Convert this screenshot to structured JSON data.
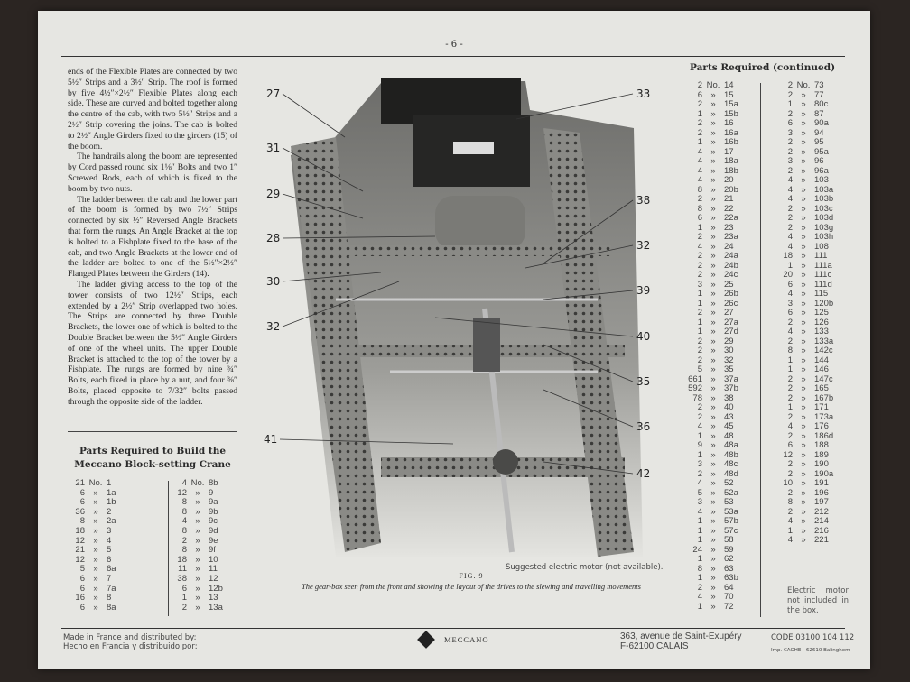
{
  "page_number": "- 6 -",
  "body_paragraphs": [
    "ends of the Flexible Plates are connected by two 5½″ Strips and a 3½″ Strip. The roof is formed by five 4½″×2½″ Flexible Plates along each side. These are curved and bolted together along the centre of the cab, with two 5½″ Strips and a 2½″ Strip covering the joins. The cab is bolted to 2½″ Angle Girders fixed to the girders (15) of the boom.",
    "The handrails along the boom are represented by Cord passed round six 1⅛″ Bolts and two 1″ Screwed Rods, each of which is fixed to the boom by two nuts.",
    "The ladder between the cab and the lower part of the boom is formed by two 7½″ Strips connected by six ½″ Reversed Angle Brackets that form the rungs. An Angle Bracket at the top is bolted to a Fishplate fixed to the base of the cab, and two Angle Brackets at the lower end of the ladder are bolted to one of the 5½″×2½″ Flanged Plates between the Girders (14).",
    "The ladder giving access to the top of the tower consists of two 12½″ Strips, each extended by a 2½″ Strip overlapped two holes. The Strips are connected by three Double Brackets, the lower one of which is bolted to the Double Bracket between the 5½″ Angle Girders of one of the wheel units. The upper Double Bracket is attached to the top of the tower by a Fishplate. The rungs are formed by nine ¾″ Bolts, each fixed in place by a nut, and four ⅜″ Bolts, placed opposite to 7/32″ bolts passed through the opposite side of the ladder."
  ],
  "left_table": {
    "title_line1": "Parts Required to Build the",
    "title_line2": "Meccano Block-setting Crane",
    "no_label": "No.",
    "ditto": "»",
    "col1": [
      [
        "21",
        "1"
      ],
      [
        "6",
        "1a"
      ],
      [
        "6",
        "1b"
      ],
      [
        "36",
        "2"
      ],
      [
        "8",
        "2a"
      ],
      [
        "18",
        "3"
      ],
      [
        "12",
        "4"
      ],
      [
        "21",
        "5"
      ],
      [
        "12",
        "6"
      ],
      [
        "5",
        "6a"
      ],
      [
        "6",
        "7"
      ],
      [
        "6",
        "7a"
      ],
      [
        "16",
        "8"
      ],
      [
        "6",
        "8a"
      ]
    ],
    "col2": [
      [
        "4",
        "8b"
      ],
      [
        "12",
        "9"
      ],
      [
        "8",
        "9a"
      ],
      [
        "8",
        "9b"
      ],
      [
        "4",
        "9c"
      ],
      [
        "8",
        "9d"
      ],
      [
        "2",
        "9e"
      ],
      [
        "8",
        "9f"
      ],
      [
        "18",
        "10"
      ],
      [
        "11",
        "11"
      ],
      [
        "38",
        "12"
      ],
      [
        "6",
        "12b"
      ],
      [
        "1",
        "13"
      ],
      [
        "2",
        "13a"
      ]
    ]
  },
  "right_table": {
    "title": "Parts Required (continued)",
    "col1": [
      [
        "2",
        "14"
      ],
      [
        "6",
        "15"
      ],
      [
        "2",
        "15a"
      ],
      [
        "1",
        "15b"
      ],
      [
        "2",
        "16"
      ],
      [
        "2",
        "16a"
      ],
      [
        "1",
        "16b"
      ],
      [
        "4",
        "17"
      ],
      [
        "4",
        "18a"
      ],
      [
        "4",
        "18b"
      ],
      [
        "4",
        "20"
      ],
      [
        "8",
        "20b"
      ],
      [
        "2",
        "21"
      ],
      [
        "8",
        "22"
      ],
      [
        "6",
        "22a"
      ],
      [
        "1",
        "23"
      ],
      [
        "2",
        "23a"
      ],
      [
        "4",
        "24"
      ],
      [
        "2",
        "24a"
      ],
      [
        "2",
        "24b"
      ],
      [
        "2",
        "24c"
      ],
      [
        "3",
        "25"
      ],
      [
        "1",
        "26b"
      ],
      [
        "1",
        "26c"
      ],
      [
        "2",
        "27"
      ],
      [
        "1",
        "27a"
      ],
      [
        "1",
        "27d"
      ],
      [
        "2",
        "29"
      ],
      [
        "2",
        "30"
      ],
      [
        "2",
        "32"
      ],
      [
        "5",
        "35"
      ],
      [
        "661",
        "37a"
      ],
      [
        "592",
        "37b"
      ],
      [
        "78",
        "38"
      ],
      [
        "2",
        "40"
      ],
      [
        "2",
        "43"
      ],
      [
        "4",
        "45"
      ],
      [
        "1",
        "48"
      ],
      [
        "9",
        "48a"
      ],
      [
        "1",
        "48b"
      ],
      [
        "3",
        "48c"
      ],
      [
        "2",
        "48d"
      ],
      [
        "4",
        "52"
      ],
      [
        "5",
        "52a"
      ],
      [
        "3",
        "53"
      ],
      [
        "4",
        "53a"
      ],
      [
        "1",
        "57b"
      ],
      [
        "1",
        "57c"
      ],
      [
        "1",
        "58"
      ],
      [
        "24",
        "59"
      ],
      [
        "1",
        "62"
      ],
      [
        "8",
        "63"
      ],
      [
        "1",
        "63b"
      ],
      [
        "2",
        "64"
      ],
      [
        "4",
        "70"
      ],
      [
        "1",
        "72"
      ]
    ],
    "col2": [
      [
        "2",
        "73"
      ],
      [
        "2",
        "77"
      ],
      [
        "1",
        "80c"
      ],
      [
        "2",
        "87"
      ],
      [
        "6",
        "90a"
      ],
      [
        "3",
        "94"
      ],
      [
        "2",
        "95"
      ],
      [
        "2",
        "95a"
      ],
      [
        "3",
        "96"
      ],
      [
        "2",
        "96a"
      ],
      [
        "4",
        "103"
      ],
      [
        "4",
        "103a"
      ],
      [
        "4",
        "103b"
      ],
      [
        "2",
        "103c"
      ],
      [
        "2",
        "103d"
      ],
      [
        "2",
        "103g"
      ],
      [
        "4",
        "103h"
      ],
      [
        "4",
        "108"
      ],
      [
        "18",
        "111"
      ],
      [
        "1",
        "111a"
      ],
      [
        "20",
        "111c"
      ],
      [
        "6",
        "111d"
      ],
      [
        "4",
        "115"
      ],
      [
        "3",
        "120b"
      ],
      [
        "6",
        "125"
      ],
      [
        "2",
        "126"
      ],
      [
        "4",
        "133"
      ],
      [
        "2",
        "133a"
      ],
      [
        "8",
        "142c"
      ],
      [
        "1",
        "144"
      ],
      [
        "1",
        "146"
      ],
      [
        "2",
        "147c"
      ],
      [
        "2",
        "165"
      ],
      [
        "2",
        "167b"
      ],
      [
        "1",
        "171"
      ],
      [
        "2",
        "173a"
      ],
      [
        "4",
        "176"
      ],
      [
        "2",
        "186d"
      ],
      [
        "6",
        "188"
      ],
      [
        "12",
        "189"
      ],
      [
        "2",
        "190"
      ],
      [
        "2",
        "190a"
      ],
      [
        "10",
        "191"
      ],
      [
        "2",
        "196"
      ],
      [
        "8",
        "197"
      ],
      [
        "2",
        "212"
      ],
      [
        "4",
        "214"
      ],
      [
        "1",
        "216"
      ],
      [
        "4",
        "221"
      ]
    ],
    "motor_note": "Electric motor not included in the box."
  },
  "figure": {
    "motor_note": "Suggested electric motor (not available).",
    "label": "FIG. 9",
    "caption": "The gear-box seen from the front and showing the layout of the drives to the slewing and travelling movements",
    "callouts_left": [
      "27",
      "31",
      "29",
      "28",
      "30",
      "32",
      "41"
    ],
    "callouts_right": [
      "33",
      "38",
      "32",
      "39",
      "40",
      "35",
      "36",
      "42"
    ]
  },
  "footer": {
    "made_in_en": "Made in France and distributed by:",
    "made_in_es": "Hecho en Francia y distribuido por:",
    "brand": "MECCANO",
    "address1": "363, avenue de Saint-Exupéry",
    "address2": "F-62100 CALAIS",
    "code": "CODE 03100 104 112",
    "printer": "Imp. CAGHE - 62610 Balinghem"
  }
}
